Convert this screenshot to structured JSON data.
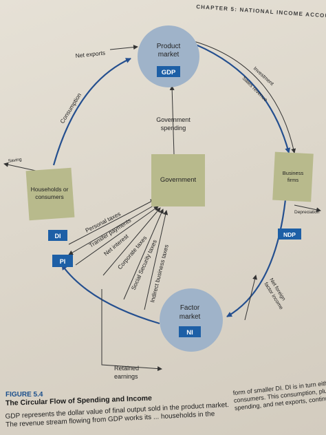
{
  "header": {
    "chapter": "CHAPTER 5: NATIONAL INCOME ACCOU"
  },
  "nodes": {
    "product_market": {
      "line1": "Product",
      "line2": "market",
      "badge": "GDP"
    },
    "factor_market": {
      "line1": "Factor",
      "line2": "market",
      "badge": "NI"
    },
    "households": {
      "line1": "Households or",
      "line2": "consumers"
    },
    "government": {
      "label": "Government"
    },
    "business": {
      "line1": "Business",
      "line2": "firms"
    }
  },
  "badges": {
    "di": "DI",
    "pi": "PI",
    "ndp": "NDP"
  },
  "flows": {
    "net_exports": "Net exports",
    "consumption": "Consumption",
    "investment": "Investment",
    "sales_revenue": "Sales revenue",
    "gov_spending_1": "Government",
    "gov_spending_2": "spending",
    "saving": "Saving",
    "depreciation": "Depreciation",
    "net_foreign_1": "Net foreign",
    "net_foreign_2": "factor income",
    "retained_1": "Retained",
    "retained_2": "earnings",
    "taxes": [
      "Personal taxes",
      "Transfer payments",
      "Net interest",
      "Corporate taxes",
      "Social Security taxes",
      "Indirect business taxes"
    ]
  },
  "figure": {
    "number": "FIGURE 5.4",
    "title": "The Circular Flow of Spending and Income",
    "text_left": "GDP represents the dollar value of final output sold in the product market. The revenue stream flowing from GDP works its ... households in the",
    "text_right": "form of smaller DI. DI is in turn eithe consumers. This consumption, plus spending, and net exports, continu"
  },
  "colors": {
    "circle": "#9fb3c9",
    "box": "#b8ba8c",
    "badge": "#1d5fa6",
    "flow": "#244f8f"
  }
}
